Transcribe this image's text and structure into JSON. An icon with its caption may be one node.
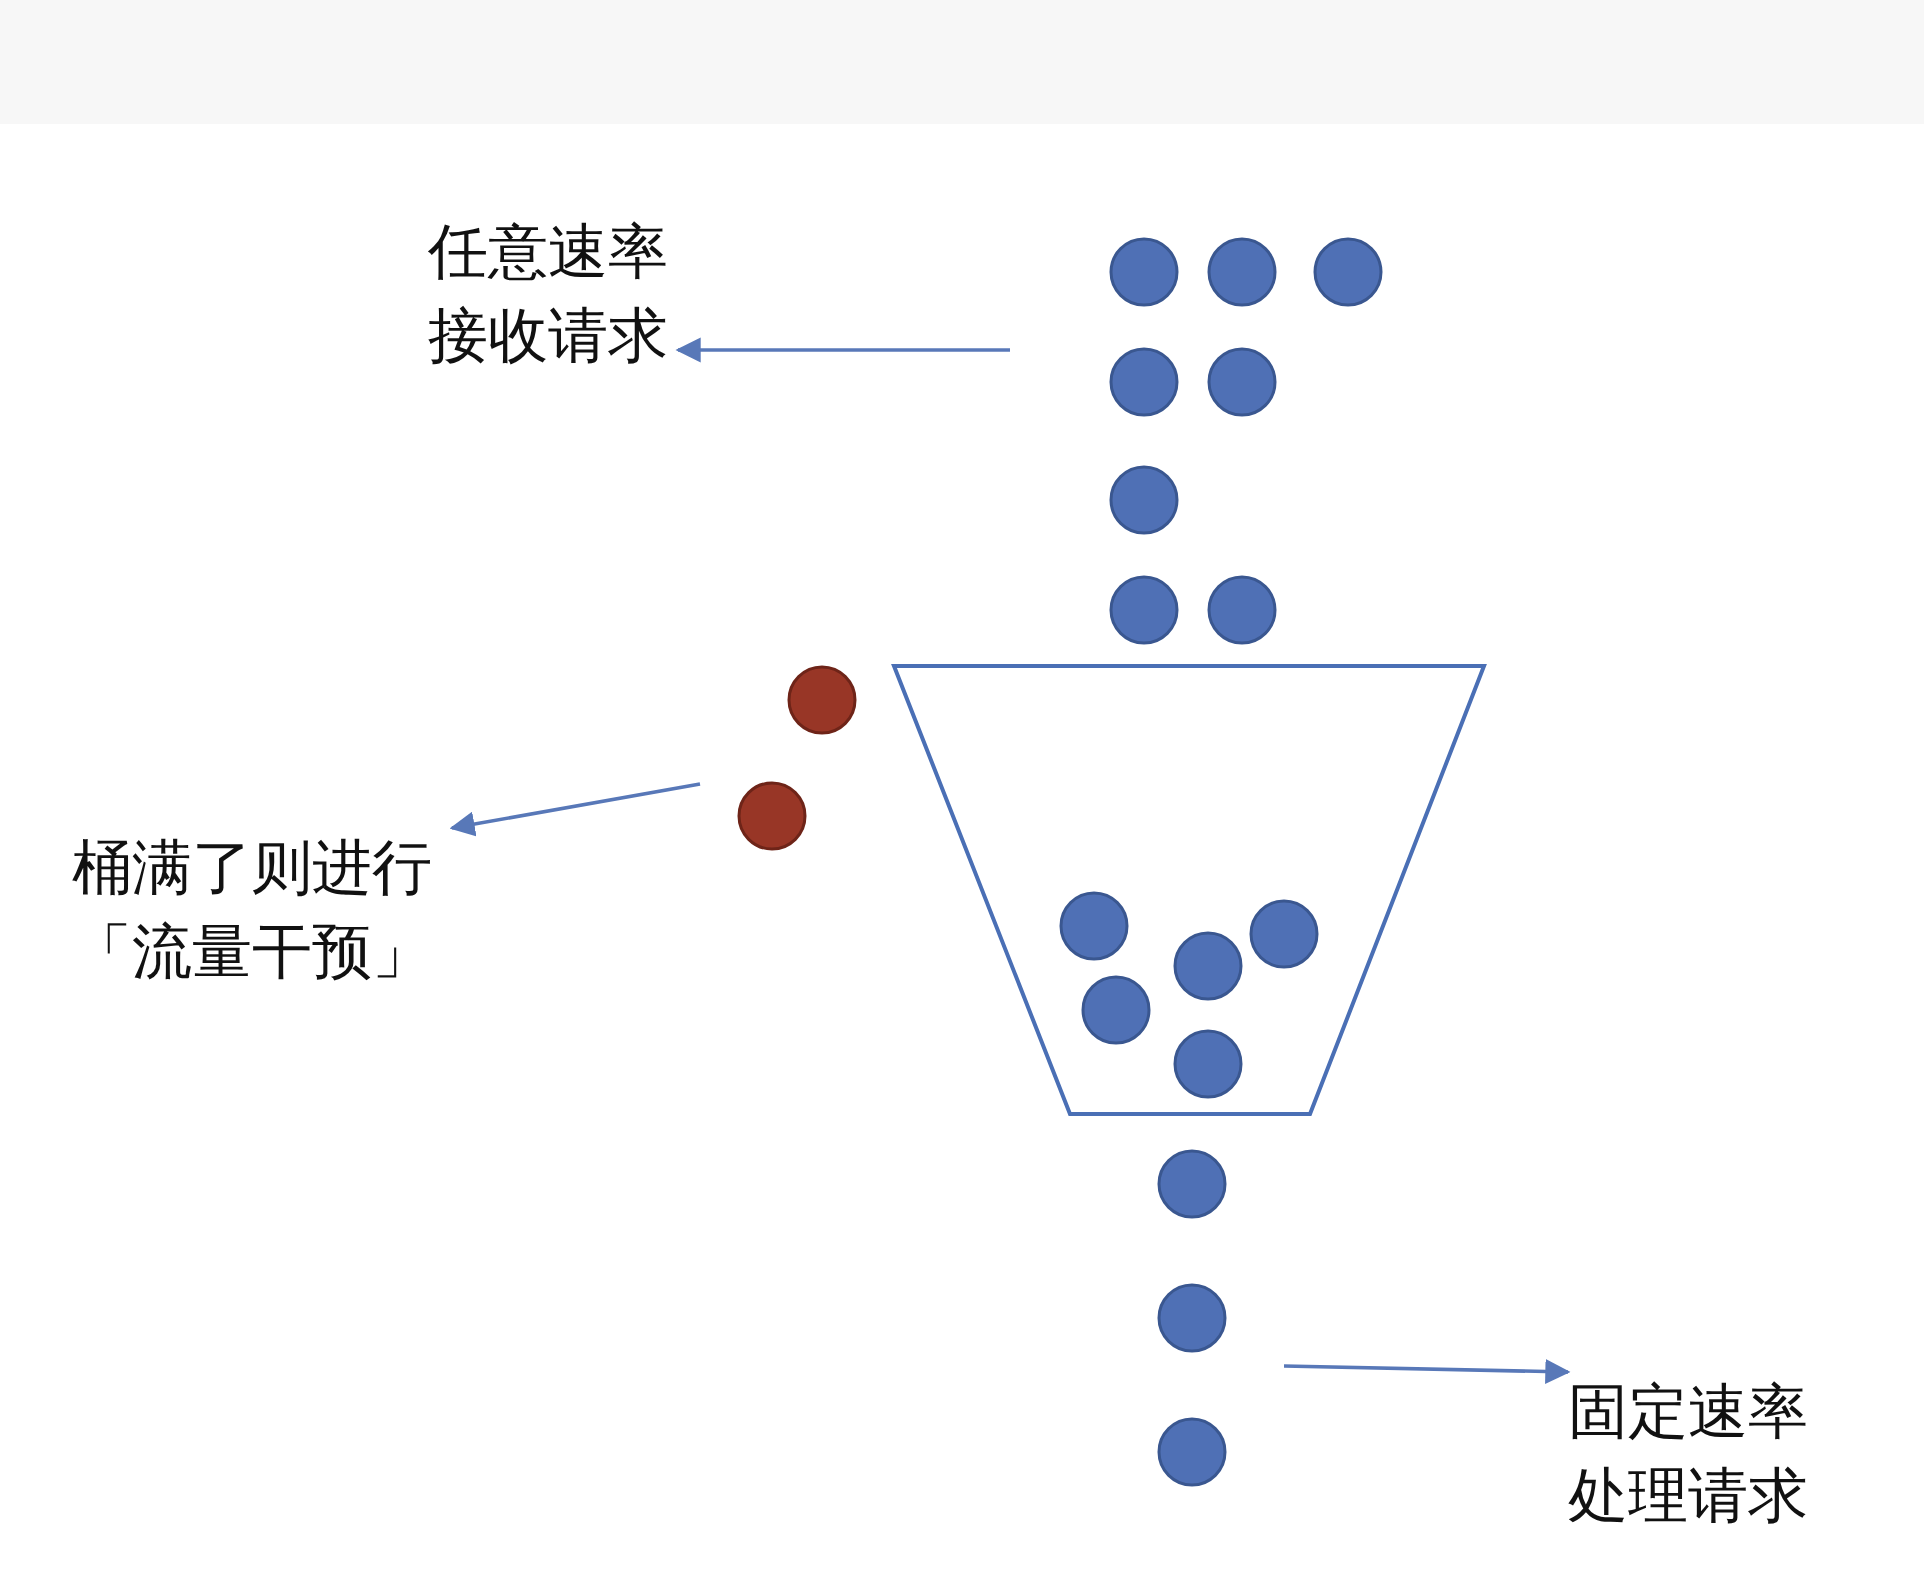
{
  "diagram": {
    "nodes": [
      {
        "text": [
          "任意速率接收请求"
        ]
      },
      {
        "text": [
          "桶满了则进行「流量干预」"
        ]
      },
      {
        "text": [
          "固定速率处理请求"
        ]
      }
    ],
    "edges": [
      {
        "from": null,
        "to": 0,
        "arrow": "to"
      },
      {
        "from": null,
        "to": 1,
        "arrow": "to"
      },
      {
        "from": null,
        "to": 2,
        "arrow": "to"
      }
    ]
  }
}
